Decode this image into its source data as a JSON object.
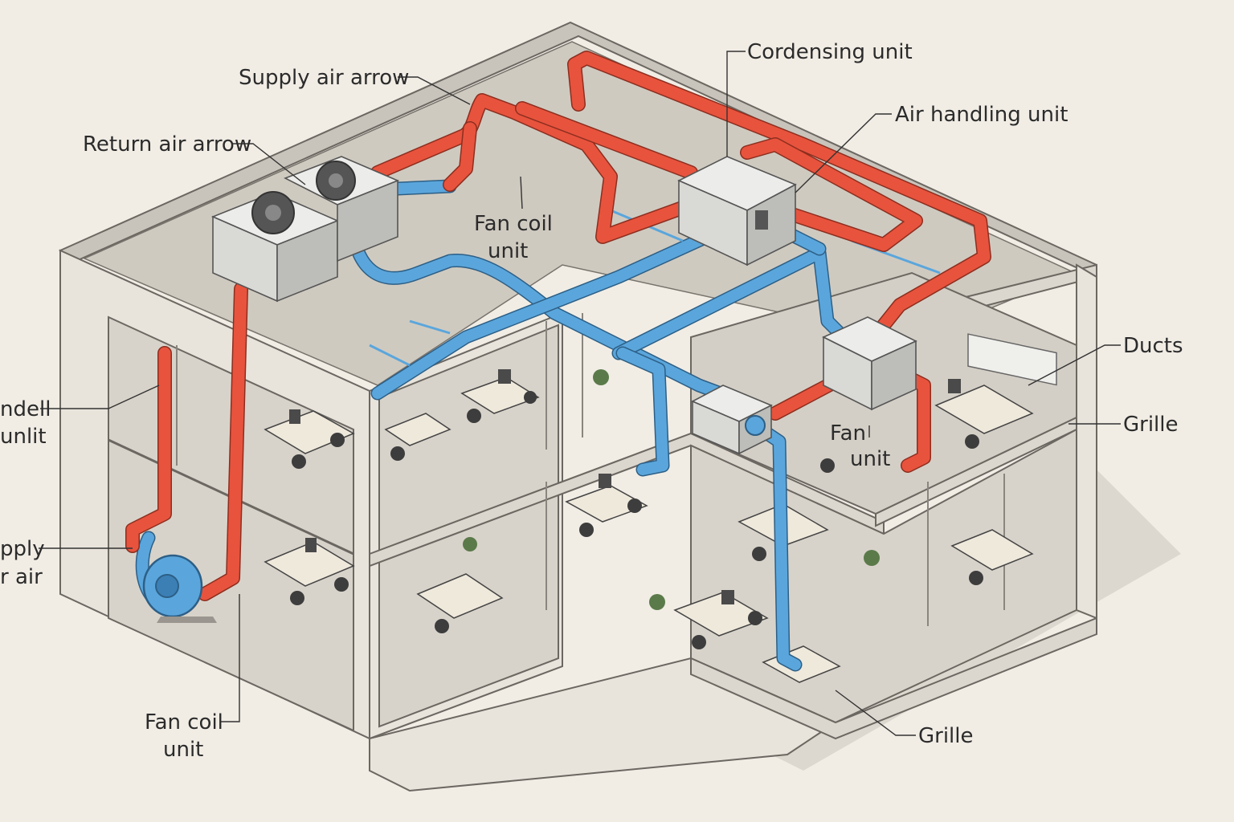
{
  "labels": {
    "condensing_unit": "Cordensing unit",
    "supply_air_arrow": "Supply air arrow",
    "air_handling_unit": "Air handling unit",
    "return_air_arrow": "Return air arrow",
    "fan_coil_center_line1": "Fan coil",
    "fan_coil_center_line2": "unit",
    "ducts": "Ducts",
    "grille_right": "Grille",
    "fan_unit_line1": "Fan",
    "fan_unit_line2": "unit",
    "left_unit_line1": "ndell",
    "left_unit_line2": "unlit",
    "left_supply_line1": "pply",
    "left_supply_line2": "r air",
    "fan_coil_bottom_line1": "Fan coil",
    "fan_coil_bottom_line2": "unit",
    "grille_bottom": "Grille"
  },
  "colors": {
    "supply_duct": "#e8533d",
    "return_duct": "#5aa6dc",
    "background": "#f1ede5"
  }
}
